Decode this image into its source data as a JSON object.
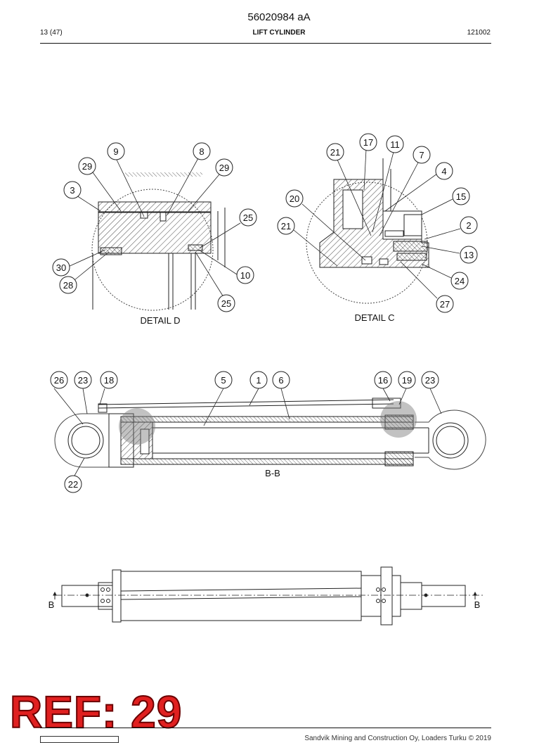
{
  "header": {
    "doc_number": "56020984 aA",
    "page_number": "13 (47)",
    "title": "LIFT CYLINDER",
    "code": "121002"
  },
  "details": {
    "detail_d": "DETAIL D",
    "detail_c": "DETAIL C",
    "section": "B-B",
    "section_mark_left": "B",
    "section_mark_right": "B"
  },
  "balloons": {
    "d_9": "9",
    "d_8": "8",
    "d_29a": "29",
    "d_29b": "29",
    "d_3": "3",
    "d_25a": "25",
    "d_30": "30",
    "d_28": "28",
    "d_10": "10",
    "d_25b": "25",
    "c_17": "17",
    "c_11": "11",
    "c_21a": "21",
    "c_7": "7",
    "c_4": "4",
    "c_20": "20",
    "c_15": "15",
    "c_21b": "21",
    "c_2": "2",
    "c_13": "13",
    "c_24": "24",
    "c_27": "27",
    "m_26": "26",
    "m_23a": "23",
    "m_18": "18",
    "m_5": "5",
    "m_1": "1",
    "m_6": "6",
    "m_16": "16",
    "m_19": "19",
    "m_23b": "23",
    "m_22": "22"
  },
  "footer": {
    "ref_label": "REF: 29",
    "copyright": "Sandvik Mining and Construction Oy, Loaders Turku © 2019"
  }
}
